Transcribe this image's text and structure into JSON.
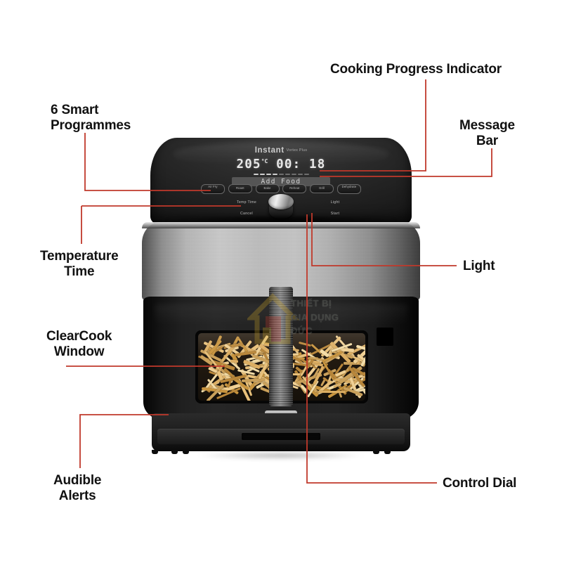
{
  "diagram": {
    "title": "Instant Vortex Plus air fryer feature callouts",
    "line_color": "#c0392b",
    "label_color": "#111111"
  },
  "callouts": [
    {
      "id": "smart-programmes",
      "label": "6 Smart\nProgrammes"
    },
    {
      "id": "cooking-progress",
      "label": "Cooking Progress Indicator"
    },
    {
      "id": "message-bar",
      "label": "Message\nBar"
    },
    {
      "id": "temperature-time",
      "label": "Temperature\nTime"
    },
    {
      "id": "clearcook-window",
      "label": "ClearCook\nWindow"
    },
    {
      "id": "audible-alerts",
      "label": "Audible\nAlerts"
    },
    {
      "id": "light",
      "label": "Light"
    },
    {
      "id": "control-dial",
      "label": "Control Dial"
    }
  ],
  "appliance": {
    "brand": "Instant",
    "model": "Vortex Plus",
    "display": {
      "temperature": "205",
      "degree_symbol": "°C",
      "time": "00: 18",
      "progress_segments_total": 9,
      "progress_segments_on": 4,
      "message": "Add Food"
    },
    "programme_buttons": [
      {
        "label": "Air Fry"
      },
      {
        "label": "Roast"
      },
      {
        "label": "Bake"
      },
      {
        "label": "Reheat"
      },
      {
        "label": "Grill"
      },
      {
        "label": "Dehydrate"
      }
    ],
    "panel_labels": {
      "temp_time": "Temp\nTime",
      "cancel": "Cancel",
      "light": "Light",
      "start": "Start"
    }
  },
  "watermark": {
    "text": "THIẾT BỊ\nGIA DỤNG\nĐỨC"
  }
}
